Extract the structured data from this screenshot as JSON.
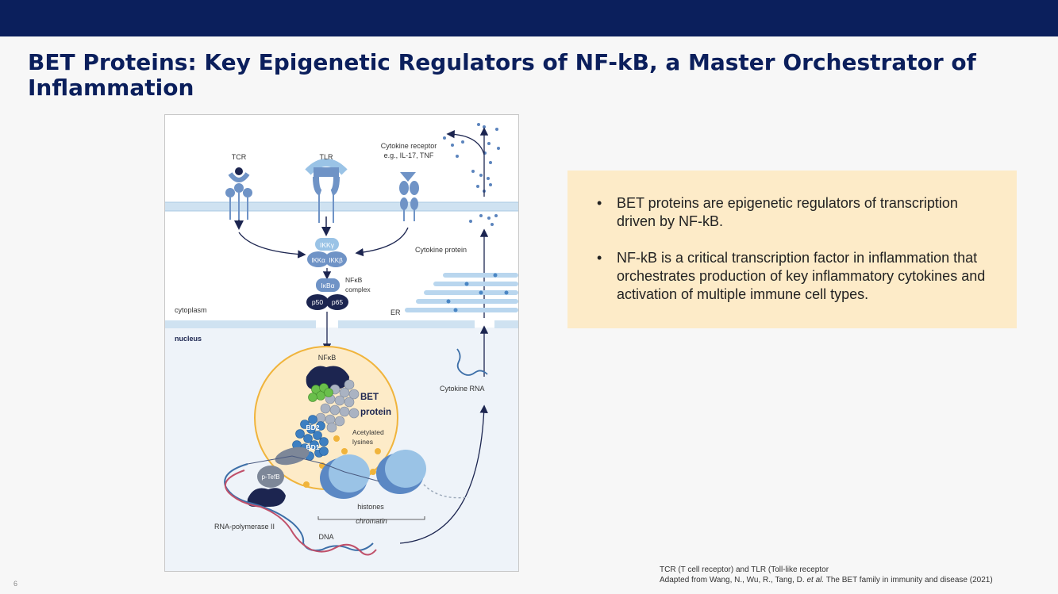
{
  "slide": {
    "title": "BET Proteins: Key Epigenetic Regulators of NF-kB, a Master Orchestrator of Inflammation",
    "page_number": "6"
  },
  "figure": {
    "labels": {
      "tcr": "TCR",
      "tlr": "TLR",
      "cytokine_receptor": "Cytokine receptor",
      "cytokine_receptor_examples": "e.g., IL-17, TNF",
      "ikk_gamma": "IKKγ",
      "ikk_alpha": "IKKα",
      "ikk_beta": "IKKβ",
      "ikb_alpha": "IκBα",
      "p50": "p50",
      "p65": "p65",
      "nfkb_complex_1": "NFκB",
      "nfkb_complex_2": "complex",
      "cytokine_protein": "Cytokine protein",
      "er": "ER",
      "cytoplasm": "cytoplasm",
      "nucleus": "nucleus",
      "nfkb": "NFκB",
      "bet_protein_1": "BET",
      "bet_protein_2": "protein",
      "bd2": "BD2",
      "bd1": "BD1",
      "acetylated_lysines_1": "Acetylated",
      "acetylated_lysines_2": "lysines",
      "p_tefb": "p-TefB",
      "histones": "histones",
      "chromatin": "chromatin",
      "rna_polymerase": "RNA-polymerase II",
      "dna": "DNA",
      "cytokine_rna": "Cytokine RNA"
    },
    "colors": {
      "membrane": "#cfe2f1",
      "receptor": "#6f93c6",
      "nucleus_bg": "#eef3f9",
      "bet_circle": "#fdebc8",
      "bet_ring": "#f0b43c",
      "dark_navy": "#1c2550",
      "bd_blue": "#3d7fc1",
      "histone": "#9ac3e6",
      "green_balls": "#6abf4b",
      "grey_balls": "#aab3c2"
    }
  },
  "callout": {
    "bullets": [
      "BET proteins are epigenetic regulators of transcription driven by NF-kB.",
      "NF-kB is a critical transcription factor in inflammation that orchestrates production of key inflammatory cytokines and activation of multiple immune cell types."
    ],
    "background": "#fdebc8"
  },
  "footer": {
    "note_1": "TCR (T cell receptor) and TLR (Toll-like receptor",
    "note_2_prefix": "Adapted from Wang, N., Wu, R., Tang, D. ",
    "note_2_etal": "et al.",
    "note_2_suffix": " The BET family in immunity and disease (2021)"
  }
}
